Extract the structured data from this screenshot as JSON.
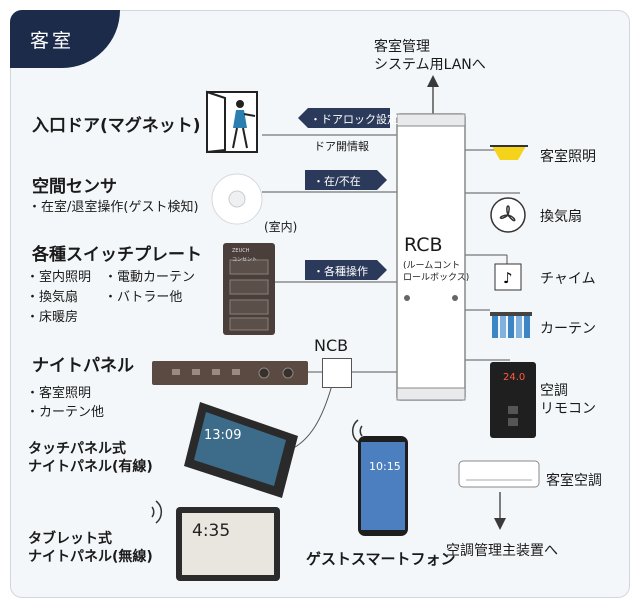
{
  "tab_title": "客室",
  "top_label": [
    "客室管理",
    "システム用LANへ"
  ],
  "left": {
    "door": {
      "title": "入口ドア(マグネット)"
    },
    "sensor": {
      "title": "空間センサ",
      "desc": "・在室/退室操作(ゲスト検知)",
      "note": "(室内)"
    },
    "switch": {
      "title": "各種スイッチプレート",
      "items": [
        "・室内照明",
        "・電動カーテン",
        "・換気扇",
        "・バトラー他",
        "・床暖房"
      ]
    },
    "night": {
      "title": "ナイトパネル",
      "items": [
        "・客室照明",
        "・カーテン他"
      ]
    },
    "touch": {
      "title": [
        "タッチパネル式",
        "ナイトパネル(有線)"
      ]
    },
    "tablet": {
      "title": [
        "タブレット式",
        "ナイトパネル(無線)"
      ]
    }
  },
  "arrows": {
    "door_lock": "・ドアロック設定",
    "door_info": "ドア開情報",
    "presence": "・在/不在",
    "operations": "・各種操作"
  },
  "rcb": {
    "title": "RCB",
    "sub": [
      "(ルームコント",
      "ロールボックス)"
    ]
  },
  "ncb": "NCB",
  "right": {
    "light": "客室照明",
    "fan": "換気扇",
    "chime": "チャイム",
    "curtain": "カーテン",
    "remote": [
      "空調",
      "リモコン"
    ],
    "aircon": "客室空調",
    "ac_main": "空調管理主装置へ"
  },
  "phone": {
    "label": "ゲストスマートフォン",
    "time": "10:15"
  },
  "touch_screen": {
    "time": "13:09"
  },
  "tablet_screen": {
    "time": "4:35"
  },
  "remote_screen": {
    "value": "24.0"
  },
  "switch_panel": {
    "labels": [
      "ZEUCH",
      "コンセント"
    ]
  },
  "colors": {
    "navy": "#1d2b4a",
    "frame": "#f4f7fa",
    "yellow": "#f5d31a"
  }
}
